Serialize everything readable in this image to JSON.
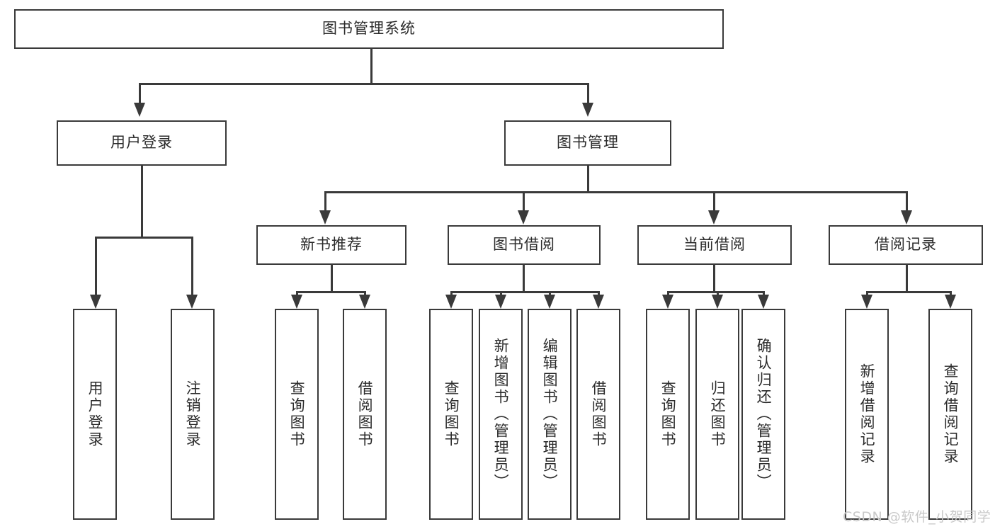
{
  "diagram": {
    "type": "tree-hierarchy",
    "title_node": {
      "label": "图书管理系统",
      "level": 1
    },
    "level2": [
      {
        "id": "user-login",
        "label": "用户登录"
      },
      {
        "id": "book-management",
        "label": "图书管理"
      }
    ],
    "level3": [
      {
        "id": "new-book-recommend",
        "label": "新书推荐",
        "parent": "book-management"
      },
      {
        "id": "book-borrow",
        "label": "图书借阅",
        "parent": "book-management"
      },
      {
        "id": "current-borrow",
        "label": "当前借阅",
        "parent": "book-management"
      },
      {
        "id": "borrow-record",
        "label": "借阅记录",
        "parent": "book-management"
      }
    ],
    "leaves": {
      "user_login": [
        {
          "id": "leaf-user-login",
          "label": "用户登录"
        },
        {
          "id": "leaf-logout-login",
          "label": "注销登录"
        }
      ],
      "new_book_recommend": [
        {
          "id": "leaf-query-book-1",
          "label": "查询图书"
        },
        {
          "id": "leaf-borrow-book-1",
          "label": "借阅图书"
        }
      ],
      "book_borrow": [
        {
          "id": "leaf-query-book-2",
          "label": "查询图书"
        },
        {
          "id": "leaf-add-book",
          "label": "新增图书（管理员）"
        },
        {
          "id": "leaf-edit-book",
          "label": "编辑图书（管理员）"
        },
        {
          "id": "leaf-borrow-book-2",
          "label": "借阅图书"
        }
      ],
      "current_borrow": [
        {
          "id": "leaf-query-book-3",
          "label": "查询图书"
        },
        {
          "id": "leaf-return-book",
          "label": "归还图书"
        },
        {
          "id": "leaf-confirm-return",
          "label": "确认归还（管理员）"
        }
      ],
      "borrow_record": [
        {
          "id": "leaf-add-record",
          "label": "新增借阅记录"
        },
        {
          "id": "leaf-query-record",
          "label": "查询借阅记录"
        }
      ]
    },
    "watermark": "CSDN @软件_小贺同学",
    "colors": {
      "stroke": "#3a3a3a",
      "background": "#ffffff",
      "text": "#2b2b2b",
      "watermark": "#c9c9c9"
    }
  }
}
